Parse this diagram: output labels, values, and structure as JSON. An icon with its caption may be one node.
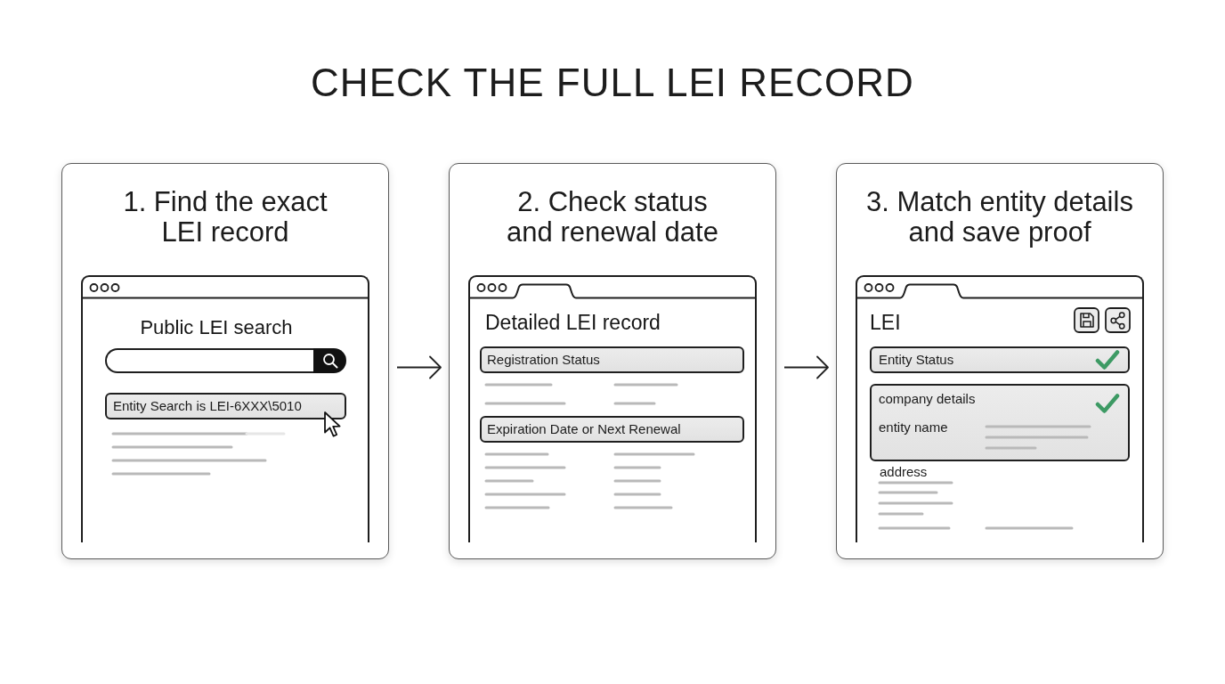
{
  "diagram": {
    "title": "CHECK THE FULL LEI RECORD",
    "nodes": [
      {
        "text": [
          "1. Find the exact LEI record"
        ]
      },
      {
        "text": [
          "Public LEI search"
        ],
        "in": 0
      },
      {
        "text": [
          "Entity Search is LEI-6XXX\\5010"
        ],
        "in": 1
      },
      {
        "text": [
          "2. Check status and renewal date"
        ]
      },
      {
        "text": [
          "Detailed LEI record"
        ],
        "in": 3
      },
      {
        "text": [
          "Registration Status"
        ],
        "in": 4
      },
      {
        "text": [
          "Expiration Date or Next Renewal"
        ],
        "in": 4
      },
      {
        "text": [
          "3. Match entity details and save proof"
        ]
      },
      {
        "text": [
          "LEI",
          "address"
        ],
        "in": 7
      },
      {
        "text": [
          "Entity Status"
        ],
        "in": 8
      },
      {
        "text": [
          "company details",
          "entity name"
        ],
        "in": 8
      }
    ],
    "edges": [
      {
        "from": 0,
        "to": 3,
        "arrow": "to"
      },
      {
        "from": 3,
        "to": 7,
        "arrow": "to"
      }
    ]
  }
}
